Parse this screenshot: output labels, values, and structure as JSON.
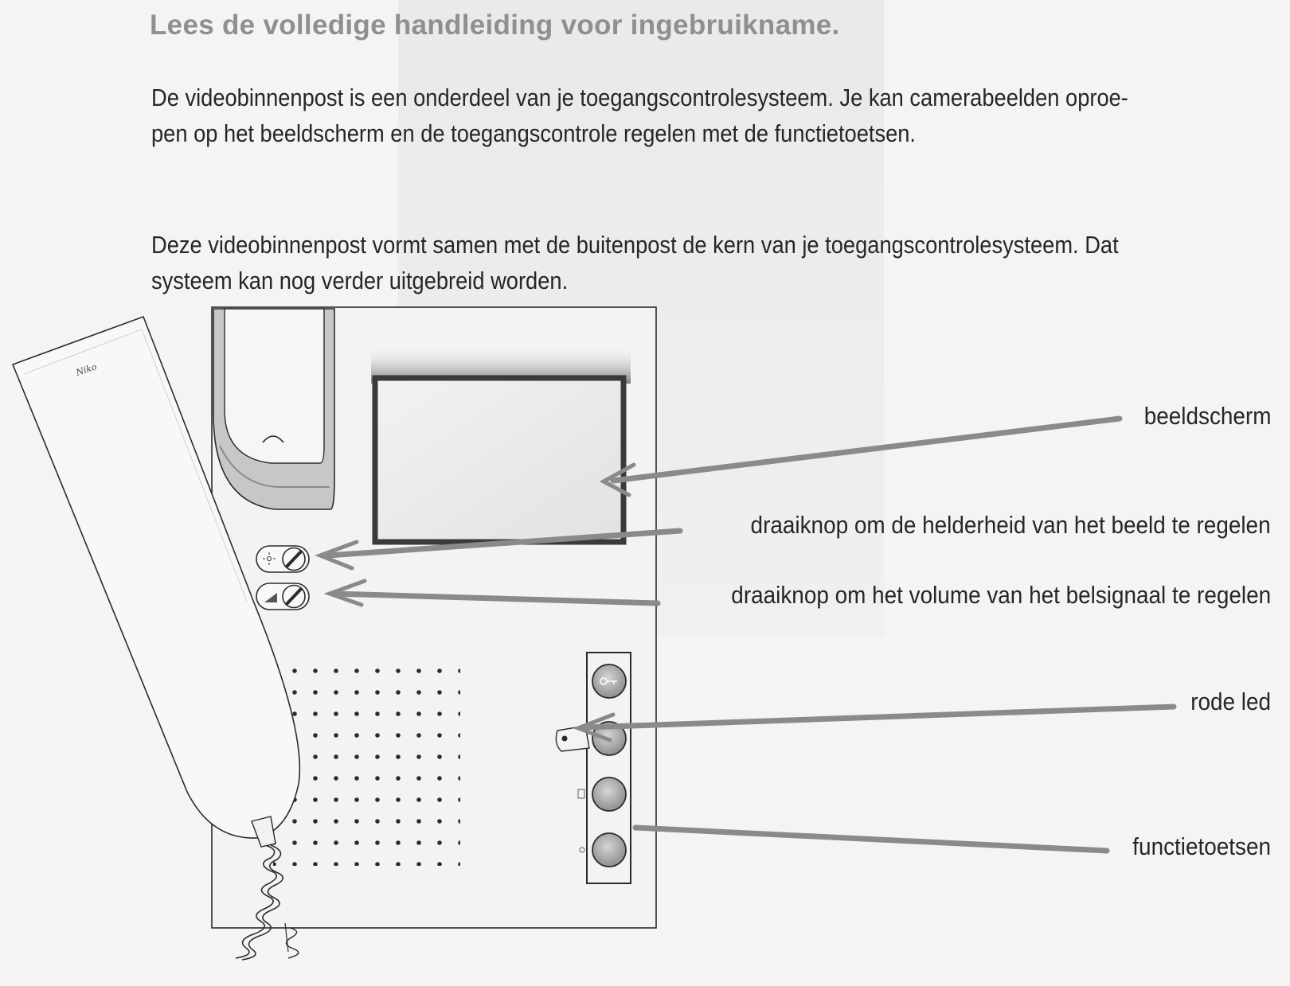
{
  "heading": "Lees de volledige handleiding voor ingebruikname.",
  "intro": {
    "lines": [
      "De videobinnenpost is een onderdeel van je toegangscontrolesysteem. Je kan camerabeelden oproe-",
      "pen op het beeldscherm en de toegangscontrole regelen met de functietoetsen."
    ]
  },
  "description": {
    "lines": [
      "Deze videobinnenpost vormt samen met de buitenpost de kern van je  toegangscontrolesysteem. Dat",
      "systeem kan nog verder uitgebreid worden."
    ]
  },
  "diagram": {
    "brand_logo": "Niko",
    "callouts": {
      "screen": "beeldscherm",
      "brightness_knob": "draaiknop om de helderheid van het beeld te regelen",
      "volume_knob": "draaiknop om het volume van het belsignaal te regelen",
      "red_led": "rode led",
      "function_keys": "functietoetsen"
    },
    "function_buttons": [
      "key-icon",
      "door-icon",
      "light-icon",
      "aux-icon"
    ],
    "colors": {
      "arrow": "#8a8a8e",
      "outline": "#2b2b2b",
      "screen_frame": "#3a3a3a",
      "button_fill": "#9c9c9c",
      "heading": "#8f8f8f"
    }
  }
}
